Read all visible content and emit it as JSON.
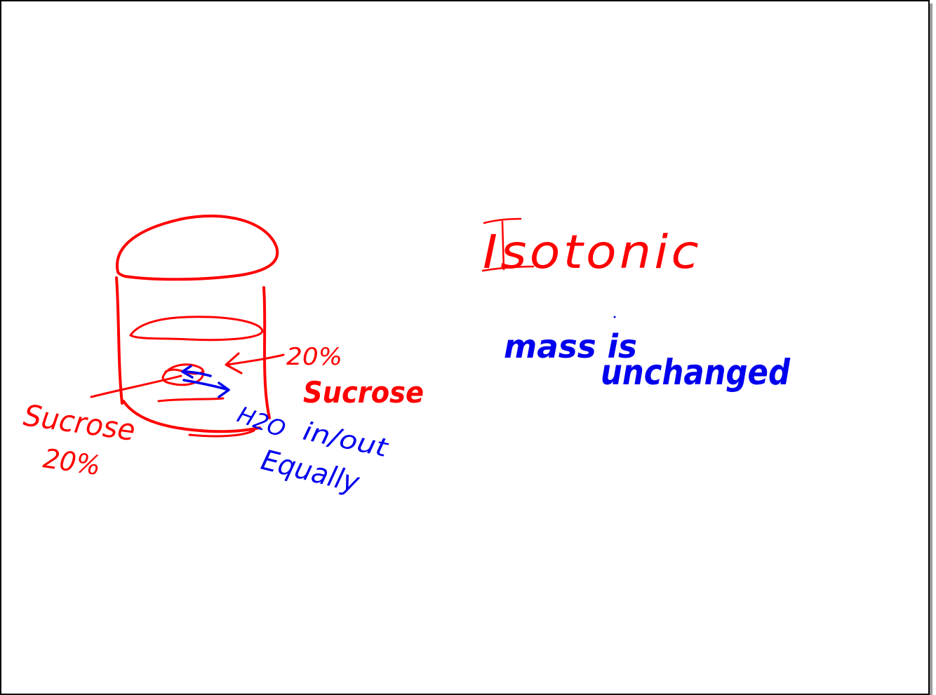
{
  "colors": {
    "red_ink": "#ff0000",
    "blue_ink": "#0000ee",
    "border": "#000000",
    "shadow": "#9a9a9a",
    "background": "#ffffff"
  },
  "whiteboard": {
    "title": "Isotonic",
    "note_line1": "mass is",
    "note_line2": "unchanged"
  },
  "diagram": {
    "label_right_percent": "20%",
    "label_right_substance": "Sucrose",
    "label_left_substance": "Sucrose",
    "label_left_percent": "20%",
    "water_label": "H2O",
    "water_in_out": "in/out",
    "water_equally": "Equally"
  }
}
